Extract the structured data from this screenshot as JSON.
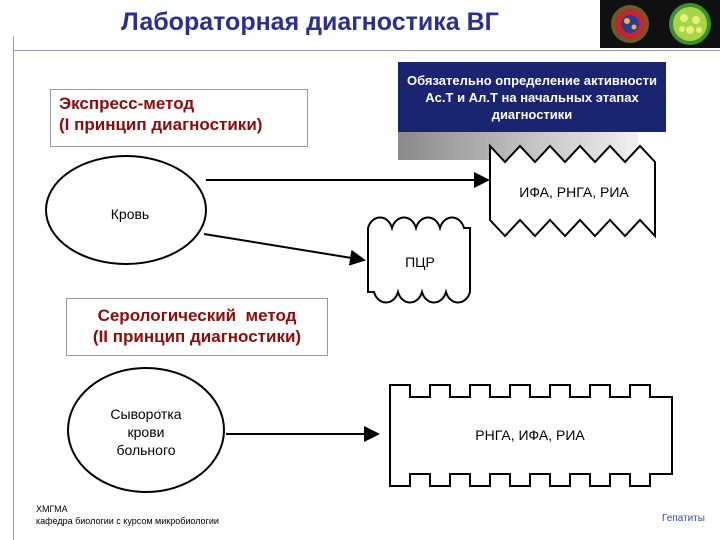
{
  "title": "Лабораторная диагностика ВГ",
  "express_method": {
    "line1": "Экспресс-метод",
    "line2": "(I принцип диагностики)"
  },
  "mandatory_note": "Обязательно определение активности Ac.T и Aл.T на начальных этапах диагностики",
  "blood_label": "Кровь",
  "ifa_box_label": "ИФА, РНГА, РИА",
  "pcr_box_label": "ПЦР",
  "serological_method": {
    "line1": "Серологический  метод",
    "line2": "(II принцип диагностики)"
  },
  "serum_label": {
    "line1": "Сыворотка",
    "line2": "крови",
    "line3": "больного"
  },
  "rnga_box_label": "РНГА, ИФА, РИА",
  "footer": {
    "org": "ХМГМА",
    "department": "кафедра биологии с курсом микробиологии",
    "topic": "Гепатиты"
  },
  "colors": {
    "title": "#2b2f8f",
    "method_text": "#8b0c0c",
    "note_bg": "#1b2470",
    "footer_link": "#3b4a9e"
  },
  "icons": [
    "virus-image-red",
    "virus-image-green"
  ]
}
